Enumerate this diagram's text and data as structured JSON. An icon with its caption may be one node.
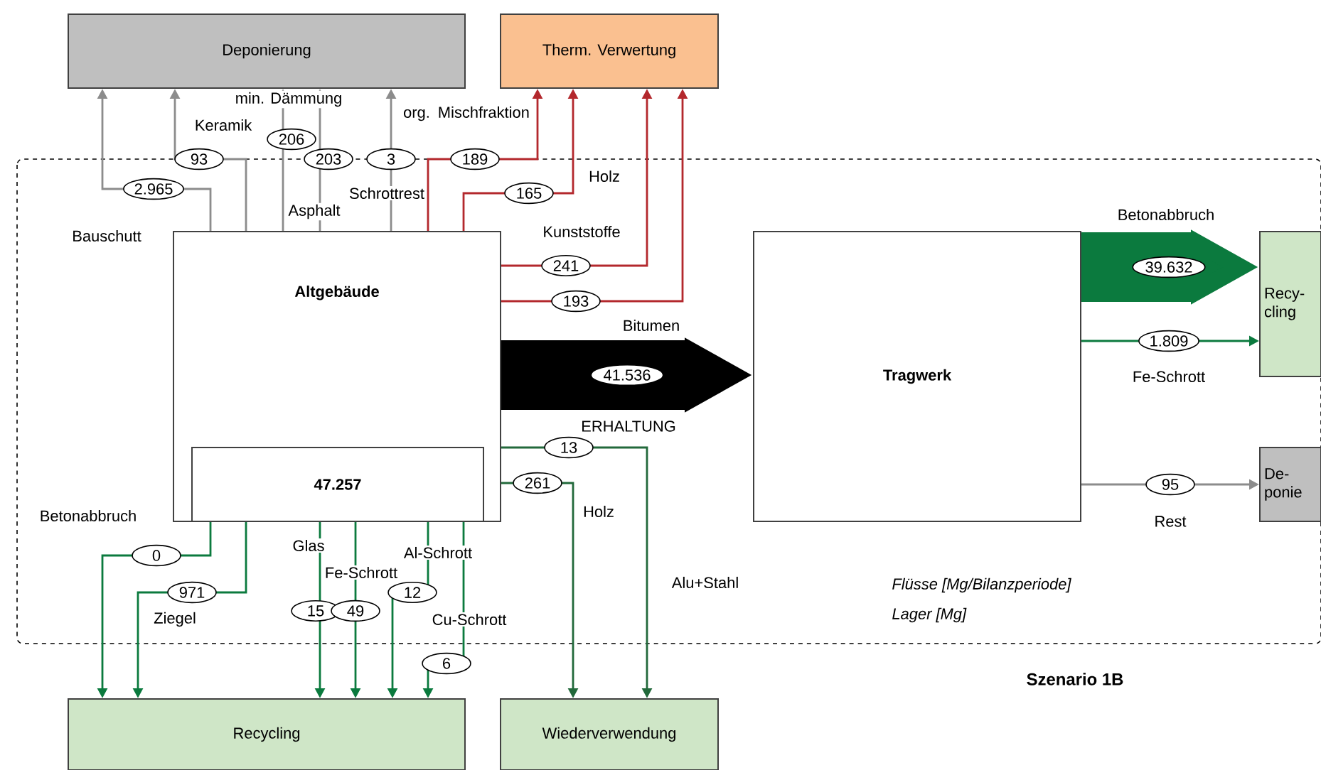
{
  "diagram": {
    "nodes": [
      {
        "text": [
          "Deponierung"
        ]
      },
      {
        "text": [
          "Therm. Verwertung"
        ]
      },
      {
        "text": [
          "Altgebäude"
        ]
      },
      {
        "text": [
          "47.257"
        ],
        "in": 2
      },
      {
        "text": [
          "Tragwerk"
        ]
      },
      {
        "text": [
          "Recy- cling"
        ]
      },
      {
        "text": [
          "De- ponie"
        ]
      },
      {
        "text": [
          "Recycling"
        ]
      },
      {
        "text": [
          "Wiederverwendung"
        ]
      }
    ],
    "edges": [
      {
        "from": 2,
        "to": 0,
        "arrow": "to",
        "label": "2.965",
        "color": "#8c8c8c"
      },
      {
        "from": 2,
        "to": 0,
        "arrow": "to",
        "label": "93",
        "color": "#8c8c8c"
      },
      {
        "from": 2,
        "to": 0,
        "arrow": "to",
        "label": "206",
        "color": "#8c8c8c"
      },
      {
        "from": 2,
        "to": 0,
        "arrow": "to",
        "label": "203",
        "color": "#8c8c8c"
      },
      {
        "from": 2,
        "to": 0,
        "arrow": "to",
        "label": "3",
        "color": "#8c8c8c"
      },
      {
        "from": 2,
        "to": 1,
        "arrow": "to",
        "label": "189",
        "color": "#b3282d"
      },
      {
        "from": 2,
        "to": 1,
        "arrow": "to",
        "label": "165",
        "color": "#b3282d"
      },
      {
        "from": 2,
        "to": 1,
        "arrow": "to",
        "label": "241",
        "color": "#b3282d"
      },
      {
        "from": 2,
        "to": 1,
        "arrow": "to",
        "label": "193",
        "color": "#b3282d"
      },
      {
        "from": 2,
        "to": 4,
        "arrow": "to",
        "label": "41.536",
        "style": "thick",
        "color": "#000000"
      },
      {
        "from": 4,
        "to": 5,
        "arrow": "to",
        "label": "39.632",
        "style": "thick",
        "color": "#0b7a3e"
      },
      {
        "from": 4,
        "to": 5,
        "arrow": "to",
        "label": "1.809",
        "color": "#0b7a3e"
      },
      {
        "from": 4,
        "to": 6,
        "arrow": "to",
        "label": "95",
        "color": "#8c8c8c"
      },
      {
        "from": 2,
        "to": 8,
        "arrow": "to",
        "label": "13",
        "color": "#22693b"
      },
      {
        "from": 2,
        "to": 8,
        "arrow": "to",
        "label": "261",
        "color": "#22693b"
      },
      {
        "from": 2,
        "to": 7,
        "arrow": "to",
        "label": "0",
        "color": "#0b7a3e"
      },
      {
        "from": 2,
        "to": 7,
        "arrow": "to",
        "label": "971",
        "color": "#0b7a3e"
      },
      {
        "from": 2,
        "to": 7,
        "arrow": "to",
        "label": "15",
        "color": "#0b7a3e"
      },
      {
        "from": 2,
        "to": 7,
        "arrow": "to",
        "label": "49",
        "color": "#0b7a3e"
      },
      {
        "from": 2,
        "to": 7,
        "arrow": "to",
        "label": "12",
        "color": "#0b7a3e"
      },
      {
        "from": 2,
        "to": 7,
        "arrow": "to",
        "label": "6",
        "color": "#0b7a3e"
      }
    ],
    "labels": [
      "min. Dämmung",
      "Keramik",
      "org. Mischfraktion",
      "Schrottrest",
      "Holz",
      "Bauschutt",
      "Asphalt",
      "Kunststoffe",
      "Betonabbruch",
      "Bitumen",
      "ERHALTUNG",
      "Fe-Schrott",
      "Holz",
      "Betonabbruch",
      "Rest",
      "Glas",
      "Al-Schrott",
      "Fe-Schrott",
      "Alu+Stahl",
      "Flüsse [Mg/Bilanzperiode]",
      "Ziegel",
      "Cu-Schrott",
      "Lager  [Mg]",
      "Szenario 1B"
    ]
  }
}
